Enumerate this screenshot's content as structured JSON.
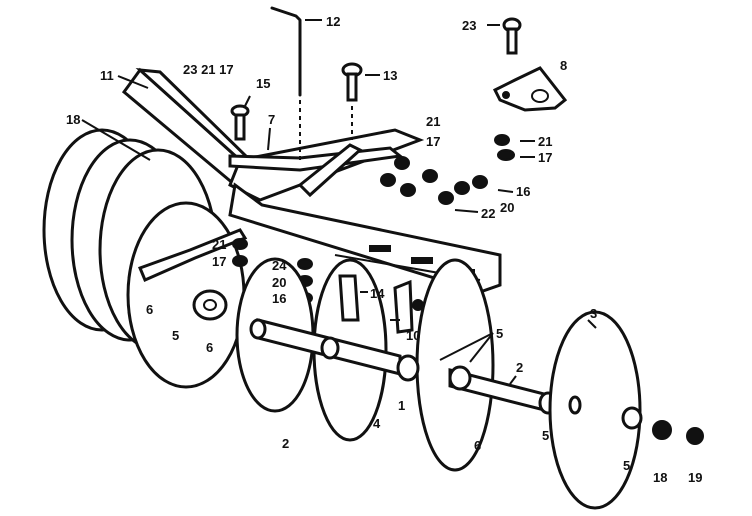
{
  "callouts": {
    "c1": "1",
    "c2a": "2",
    "c2b": "2",
    "c3": "3",
    "c4": "4",
    "c5a": "5",
    "c5b": "5",
    "c5c": "5",
    "c5d": "5",
    "c6a": "6",
    "c6b": "6",
    "c6c": "6",
    "c7": "7",
    "c8": "8",
    "c10": "10",
    "c11": "11",
    "c12": "12",
    "c13": "13",
    "c14": "14",
    "c15": "15",
    "c16a": "16",
    "c16b": "16",
    "c17a": "17",
    "c17b": "17",
    "c17c": "17",
    "c18a": "18",
    "c18b": "18",
    "c19": "19",
    "c20a": "20",
    "c20b": "20",
    "c21a": "21",
    "c21b": "21",
    "c21c": "21",
    "c22": "22",
    "c23": "23",
    "c24": "24",
    "stack": "23 21 17"
  }
}
